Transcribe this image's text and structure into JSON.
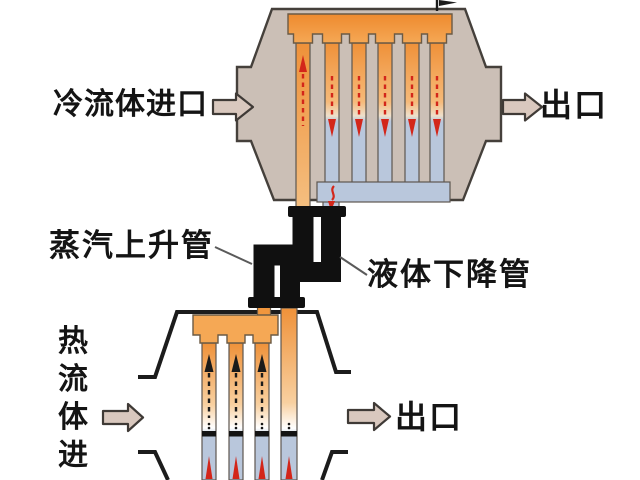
{
  "labels": {
    "cold_inlet": "冷流体进口",
    "outlet_top": "出口",
    "steam_riser": "蒸汽上升管",
    "liquid_downcomer": "液体下降管",
    "hot_inlet": "热流体进",
    "outlet_bottom": "出口"
  },
  "colors": {
    "shell_fill": "#cbbfb6",
    "shell_stroke": "#45403b",
    "hot_orange": "#ef9139",
    "cold_blue": "#b9c7dc",
    "block_arrow_fill": "#d9c8be",
    "red_arrow": "#d3261a",
    "pipe_black": "#101010",
    "text": "#141414"
  },
  "diagram": {
    "top_exchanger_tubes": 6,
    "bottom_exchanger_tubes": 4,
    "flow_arrows": [
      "cold-inlet-right",
      "top-outlet-right",
      "hot-inlet-right",
      "bottom-outlet-right"
    ]
  }
}
